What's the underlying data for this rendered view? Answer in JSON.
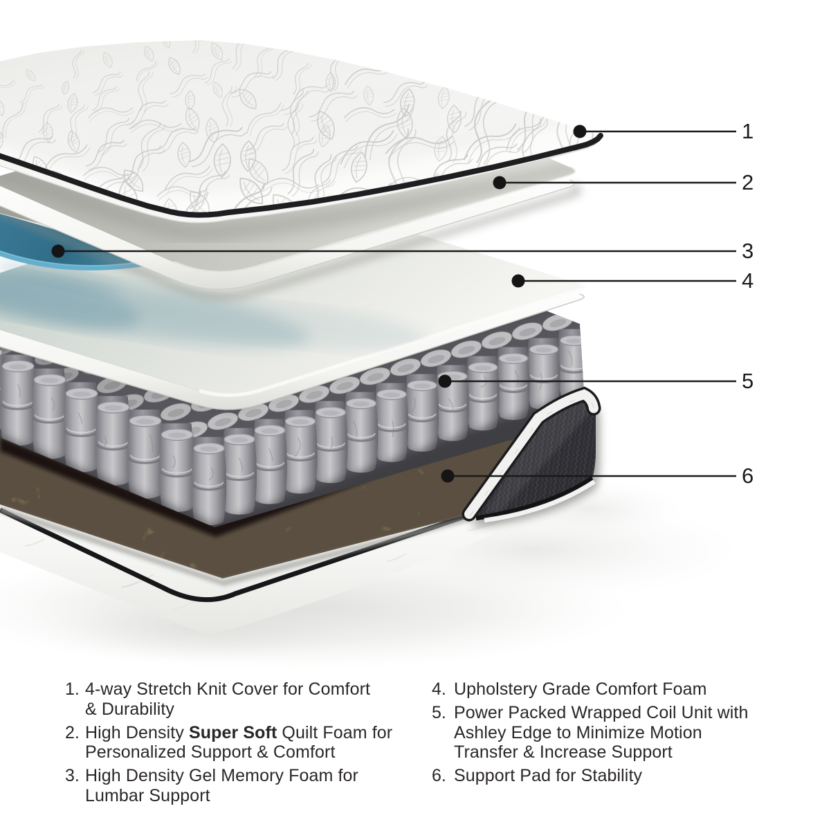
{
  "figure": {
    "kind": "exploded-mattress-cutaway-diagram"
  },
  "colors": {
    "callout_line": "#1a1a1a",
    "legend_text": "#2a2628",
    "gel_blue": "#4f93ad",
    "pad_brown": "#4a4133",
    "coil_gray": "#b4b4b8",
    "encasement_dark": "#2e2e33"
  },
  "callouts": [
    {
      "num": "1",
      "legend_num": "1.",
      "pre": "4-way Stretch Knit Cover for Comfort & Durability",
      "bold": "",
      "post": ""
    },
    {
      "num": "2",
      "legend_num": "2.",
      "pre": "High Density ",
      "bold": "Super Soft",
      "post": " Quilt Foam for Personalized Support & Comfort"
    },
    {
      "num": "3",
      "legend_num": "3.",
      "pre": "High Density Gel Memory Foam for Lumbar Support",
      "bold": "",
      "post": ""
    },
    {
      "num": "4",
      "legend_num": "4.",
      "pre": "Upholstery Grade Comfort Foam",
      "bold": "",
      "post": ""
    },
    {
      "num": "5",
      "legend_num": "5.",
      "pre": "Power Packed Wrapped Coil Unit with Ashley Edge to Minimize Motion Transfer & Increase Support",
      "bold": "",
      "post": ""
    },
    {
      "num": "6",
      "legend_num": "6.",
      "pre": "Support Pad for Stability",
      "bold": "",
      "post": ""
    }
  ]
}
